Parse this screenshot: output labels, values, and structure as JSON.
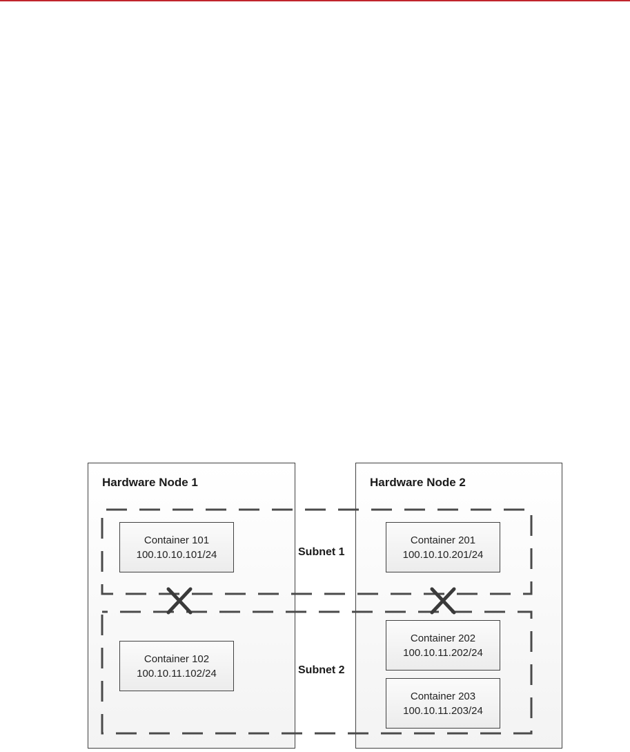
{
  "diagram": {
    "nodes": [
      {
        "title": "Hardware Node 1"
      },
      {
        "title": "Hardware Node 2"
      }
    ],
    "containers": {
      "c101": {
        "name": "Container 101",
        "ip": "100.10.10.101/24"
      },
      "c102": {
        "name": "Container 102",
        "ip": "100.10.11.102/24"
      },
      "c201": {
        "name": "Container 201",
        "ip": "100.10.10.201/24"
      },
      "c202": {
        "name": "Container 202",
        "ip": "100.10.11.202/24"
      },
      "c203": {
        "name": "Container 203",
        "ip": "100.10.11.203/24"
      }
    },
    "subnets": [
      {
        "label": "Subnet 1"
      },
      {
        "label": "Subnet 2"
      }
    ],
    "colors": {
      "accent_rule": "#c0242c",
      "stroke": "#404040",
      "dash": "#4a4a4a",
      "cross": "#3a3a3a"
    }
  }
}
